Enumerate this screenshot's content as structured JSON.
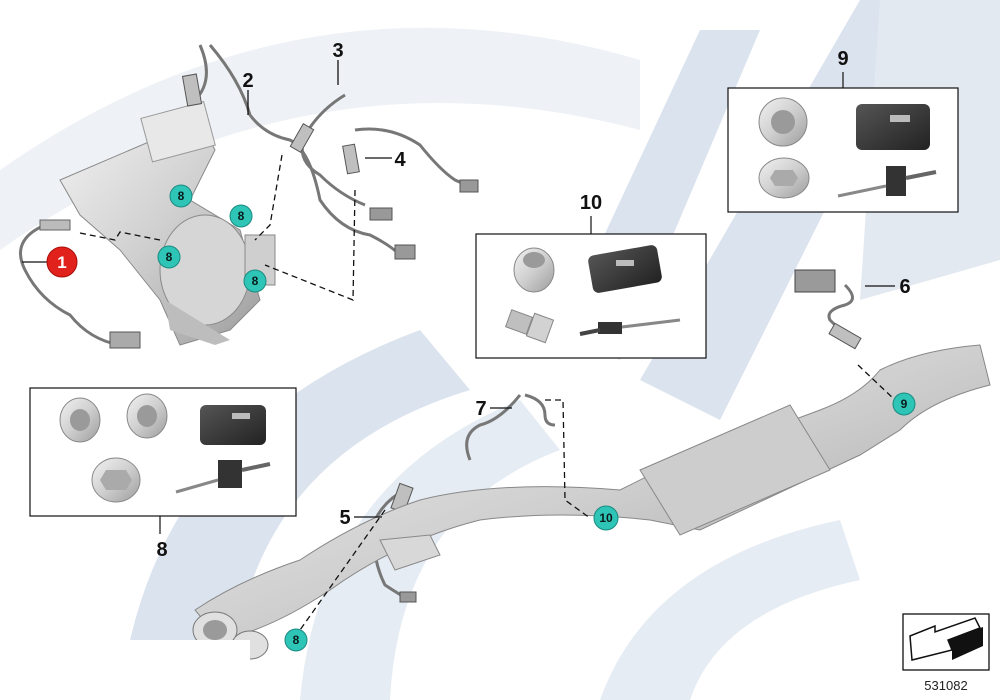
{
  "diagram": {
    "callouts": {
      "n1": "1",
      "n2": "2",
      "n3": "3",
      "n4": "4",
      "n5": "5",
      "n6": "6",
      "n7": "7",
      "n8": "8",
      "n9": "9",
      "n10": "10"
    },
    "badges": {
      "b8a": "8",
      "b8b": "8",
      "b8c": "8",
      "b8d": "8",
      "b8e": "8",
      "b9": "9",
      "b10": "10"
    },
    "reference_number": "531082"
  },
  "colors": {
    "badge_teal": "#2ec4b6",
    "badge_red": "#e0211c",
    "watermark": "#dbe3ee",
    "part_metal": "#c9c9c9",
    "part_dark": "#3a3a3a",
    "line": "#111111"
  },
  "icons": [
    "reference-arrow-icon"
  ]
}
